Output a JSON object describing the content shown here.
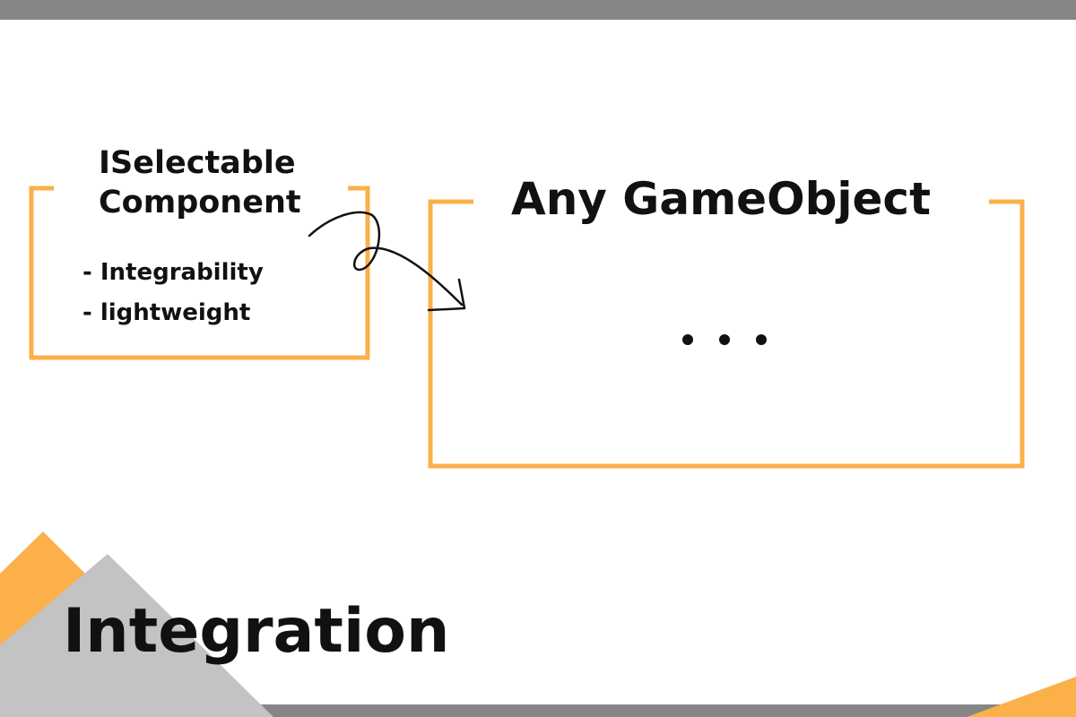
{
  "component_box": {
    "title_line1": "ISelectable",
    "title_line2": "Component",
    "features": [
      "- Integrability",
      "- lightweight"
    ]
  },
  "gameobject_box": {
    "title": "Any GameObject",
    "body": "..."
  },
  "section_title": "Integration",
  "colors": {
    "accent_orange": "#fbb04a",
    "gray_bar": "#868686",
    "gray_triangle": "#c3c3c3",
    "text": "#111111"
  }
}
